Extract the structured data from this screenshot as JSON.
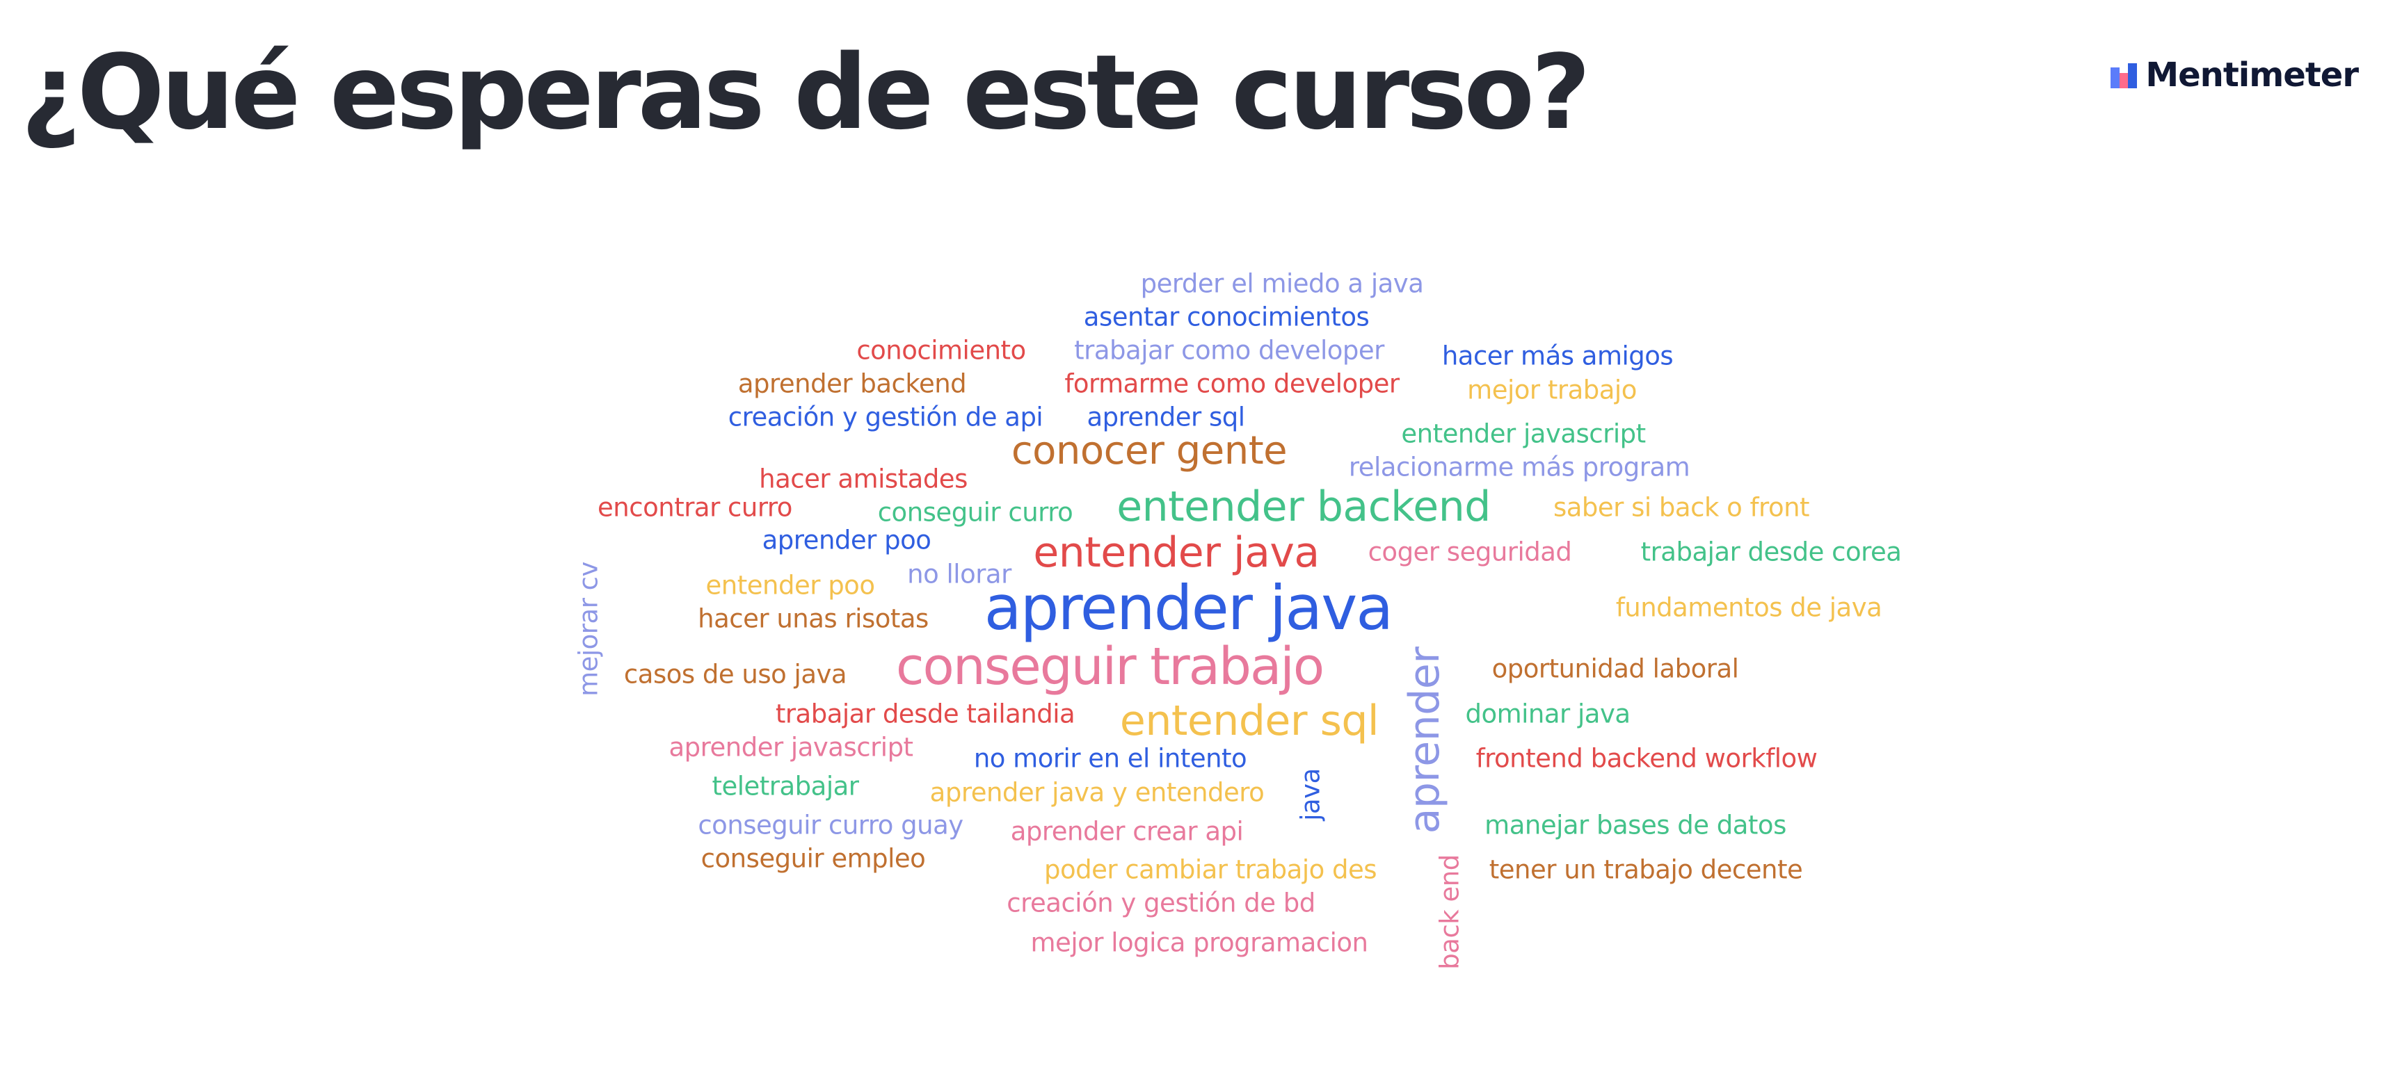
{
  "slide": {
    "title": "¿Qué esperas de este curso?"
  },
  "brand": {
    "name": "Mentimeter"
  },
  "colors": {
    "blue": "#2f5ee0",
    "red": "#e24a4a",
    "orange": "#c07030",
    "green": "#43c289",
    "pink": "#e8799c",
    "lavender": "#8d97e6",
    "yellow": "#f4c14e",
    "title": "#272a33"
  },
  "cloud": {
    "words": [
      {
        "text": "perder el miedo a java",
        "color": "lavender",
        "weight": 1
      },
      {
        "text": "asentar conocimientos",
        "color": "blue",
        "weight": 1
      },
      {
        "text": "conocimiento",
        "color": "red",
        "weight": 1
      },
      {
        "text": "trabajar como developer",
        "color": "lavender",
        "weight": 1
      },
      {
        "text": "hacer más amigos",
        "color": "blue",
        "weight": 1
      },
      {
        "text": "aprender backend",
        "color": "orange",
        "weight": 1
      },
      {
        "text": "formarme como developer",
        "color": "red",
        "weight": 1
      },
      {
        "text": "mejor trabajo",
        "color": "yellow",
        "weight": 1
      },
      {
        "text": "creación y gestión de api",
        "color": "blue",
        "weight": 1
      },
      {
        "text": "aprender sql",
        "color": "blue",
        "weight": 1
      },
      {
        "text": "entender javascript",
        "color": "green",
        "weight": 1
      },
      {
        "text": "conocer gente",
        "color": "orange",
        "weight": 2
      },
      {
        "text": "relacionarme más program",
        "color": "lavender",
        "weight": 1
      },
      {
        "text": "hacer amistades",
        "color": "red",
        "weight": 1
      },
      {
        "text": "encontrar curro",
        "color": "red",
        "weight": 1
      },
      {
        "text": "conseguir curro",
        "color": "green",
        "weight": 1
      },
      {
        "text": "entender backend",
        "color": "green",
        "weight": 3
      },
      {
        "text": "saber si back o front",
        "color": "yellow",
        "weight": 1
      },
      {
        "text": "aprender poo",
        "color": "blue",
        "weight": 1
      },
      {
        "text": "entender java",
        "color": "red",
        "weight": 3
      },
      {
        "text": "coger seguridad",
        "color": "pink",
        "weight": 1
      },
      {
        "text": "trabajar desde corea",
        "color": "green",
        "weight": 1
      },
      {
        "text": "mejorar cv",
        "color": "lavender",
        "weight": 1
      },
      {
        "text": "entender poo",
        "color": "yellow",
        "weight": 1
      },
      {
        "text": "no llorar",
        "color": "lavender",
        "weight": 1
      },
      {
        "text": "aprender java",
        "color": "blue",
        "weight": 5
      },
      {
        "text": "hacer unas risotas",
        "color": "orange",
        "weight": 1
      },
      {
        "text": "fundamentos de java",
        "color": "yellow",
        "weight": 1
      },
      {
        "text": "casos de uso java",
        "color": "orange",
        "weight": 1
      },
      {
        "text": "conseguir trabajo",
        "color": "pink",
        "weight": 4
      },
      {
        "text": "aprender",
        "color": "lavender",
        "weight": 3
      },
      {
        "text": "oportunidad laboral",
        "color": "orange",
        "weight": 1
      },
      {
        "text": "trabajar desde tailandia",
        "color": "red",
        "weight": 1
      },
      {
        "text": "entender sql",
        "color": "yellow",
        "weight": 3
      },
      {
        "text": "dominar java",
        "color": "green",
        "weight": 1
      },
      {
        "text": "aprender javascript",
        "color": "pink",
        "weight": 1
      },
      {
        "text": "no morir en el intento",
        "color": "blue",
        "weight": 1
      },
      {
        "text": "frontend backend workflow",
        "color": "red",
        "weight": 1
      },
      {
        "text": "teletrabajar",
        "color": "green",
        "weight": 1
      },
      {
        "text": "aprender java y entendero",
        "color": "yellow",
        "weight": 1
      },
      {
        "text": "java",
        "color": "blue",
        "weight": 1
      },
      {
        "text": "conseguir curro guay",
        "color": "lavender",
        "weight": 1
      },
      {
        "text": "aprender crear api",
        "color": "pink",
        "weight": 1
      },
      {
        "text": "manejar bases de datos",
        "color": "green",
        "weight": 1
      },
      {
        "text": "conseguir empleo",
        "color": "orange",
        "weight": 1
      },
      {
        "text": "poder cambiar trabajo des",
        "color": "yellow",
        "weight": 1
      },
      {
        "text": "tener un trabajo decente",
        "color": "orange",
        "weight": 1
      },
      {
        "text": "back end",
        "color": "pink",
        "weight": 1
      },
      {
        "text": "creación y gestión de bd",
        "color": "pink",
        "weight": 1
      },
      {
        "text": "mejor logica programacion",
        "color": "pink",
        "weight": 1
      }
    ]
  }
}
